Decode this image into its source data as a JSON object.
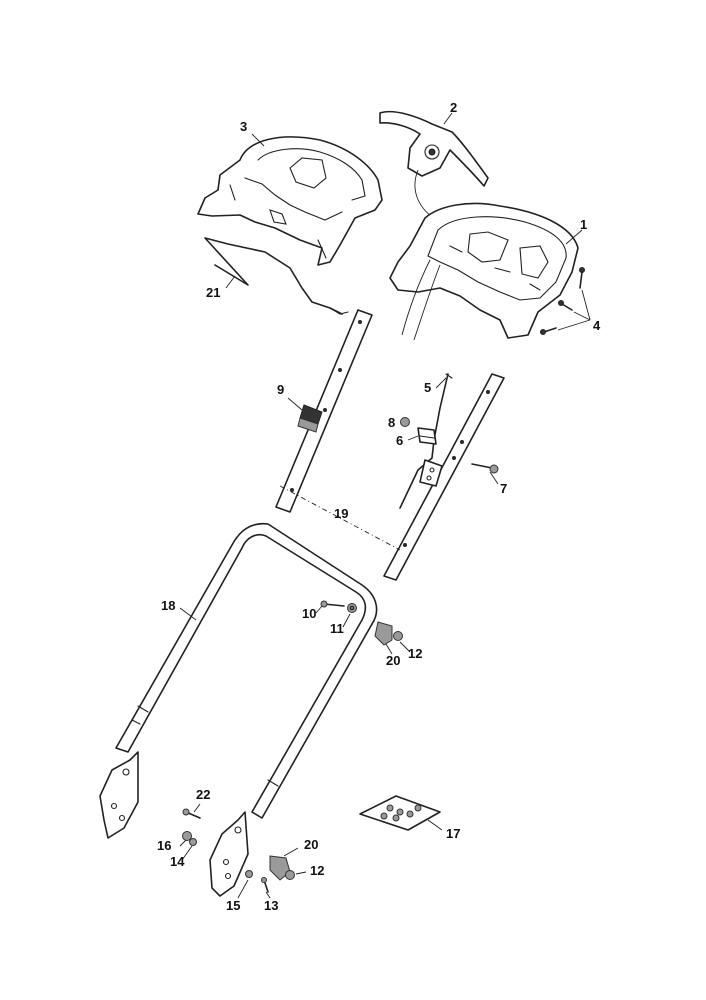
{
  "labels": {
    "p1": "1",
    "p2": "2",
    "p3": "3",
    "p4": "4",
    "p5": "5",
    "p6": "6",
    "p7": "7",
    "p8": "8",
    "p9": "9",
    "p10": "10",
    "p11": "11",
    "p12a": "12",
    "p12b": "12",
    "p13": "13",
    "p14": "14",
    "p15": "15",
    "p16": "16",
    "p17": "17",
    "p18": "18",
    "p19": "19",
    "p20a": "20",
    "p20b": "20",
    "p21": "21",
    "p22": "22"
  }
}
